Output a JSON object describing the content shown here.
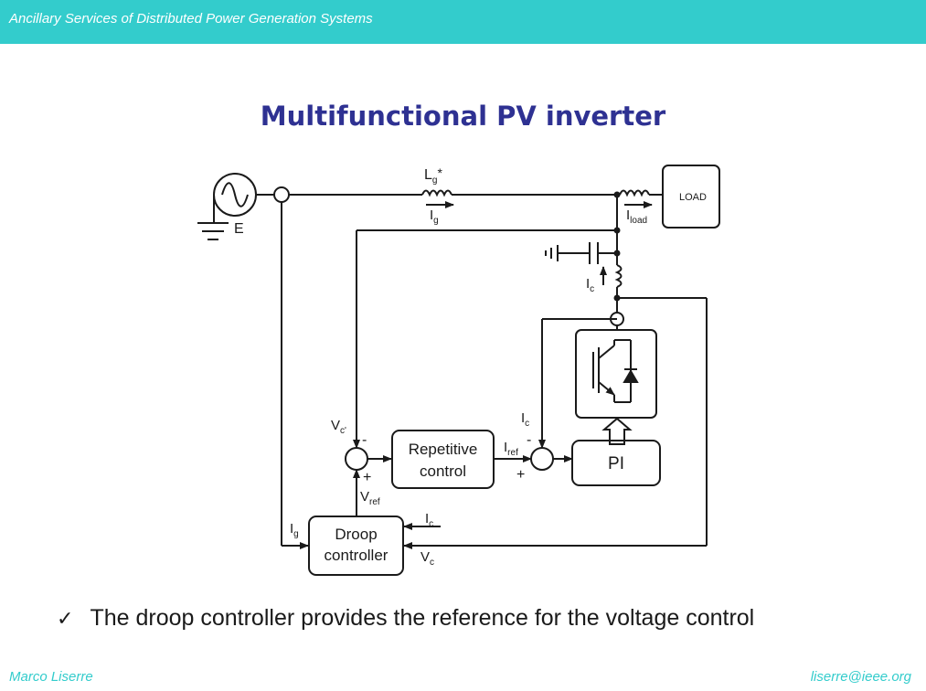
{
  "header": {
    "text": "Ancillary Services of Distributed Power Generation Systems"
  },
  "title": "Multifunctional PV inverter",
  "diagram": {
    "source_label": "E",
    "load_label": "LOAD",
    "lg_main": "L",
    "lg_sub": "g",
    "lg_star": "*",
    "ig_main": "I",
    "ig_sub": "g",
    "iload_main": "I",
    "iload_sub": "load",
    "ic_main": "I",
    "ic_sub": "c",
    "vc1_main": "V",
    "vc1_sub": "c'",
    "vref_main": "V",
    "vref_sub": "ref",
    "iref_main": "I",
    "iref_sub": "ref",
    "minus": "-",
    "plus": "+",
    "repetitive_line1": "Repetitive",
    "repetitive_line2": "control",
    "pi_label": "PI",
    "droop_line1": "Droop",
    "droop_line2": "controller",
    "vc_main": "V",
    "vc_sub": "c"
  },
  "bullet": {
    "check": "✓",
    "text": "The droop controller provides the reference for the voltage control"
  },
  "footer": {
    "author": "Marco Liserre",
    "email": "liserre@ieee.org"
  },
  "colors": {
    "header": "#33cccc",
    "title": "#2e3192",
    "footer": "#33cccc"
  }
}
